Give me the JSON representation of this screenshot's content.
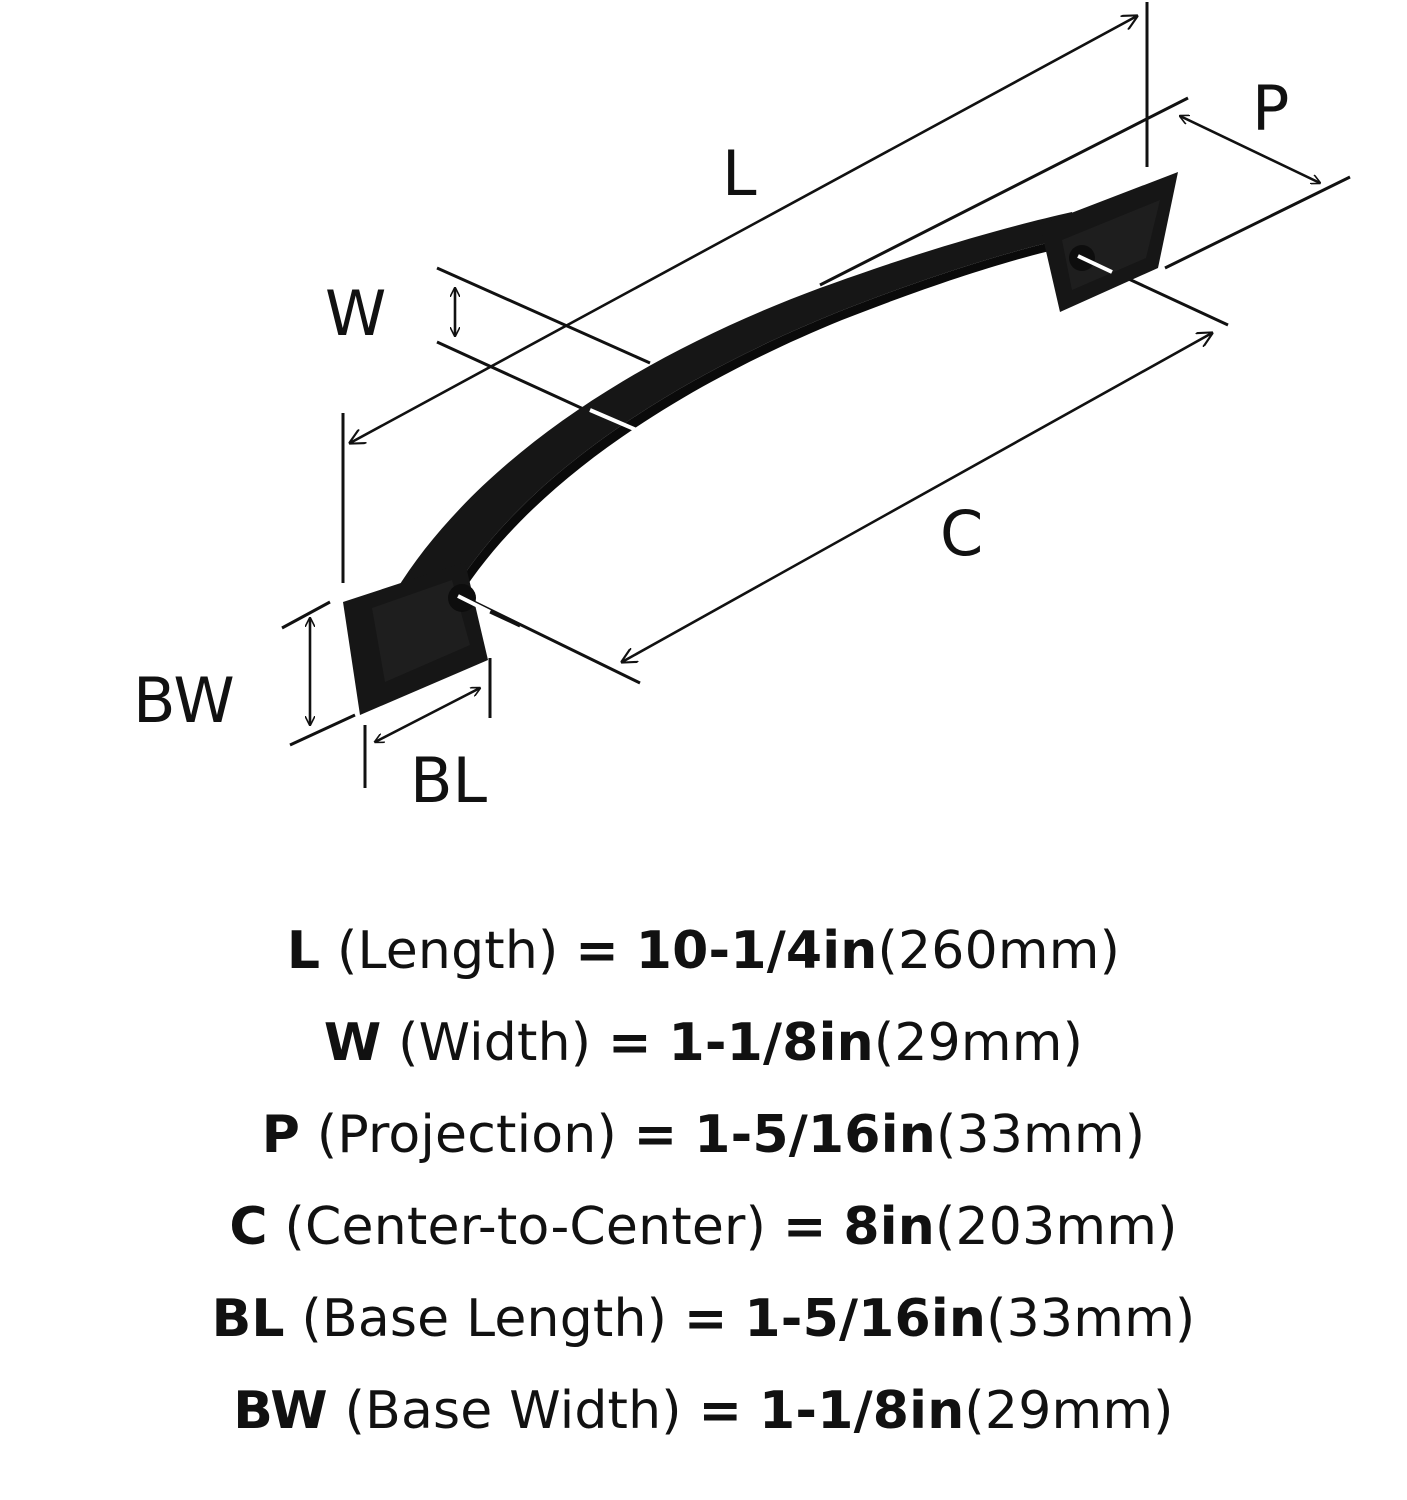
{
  "diagram": {
    "labels": {
      "L": "L",
      "W": "W",
      "P": "P",
      "C": "C",
      "BW": "BW",
      "BL": "BL"
    },
    "colors": {
      "ink": "#111111",
      "product": "#161616",
      "background": "#ffffff"
    }
  },
  "specs": [
    {
      "abbr": "L",
      "name": "(Length)",
      "eq": "=",
      "imperial": "10-1/4in",
      "metric": "(260mm)"
    },
    {
      "abbr": "W",
      "name": "(Width)",
      "eq": "=",
      "imperial": "1-1/8in",
      "metric": "(29mm)"
    },
    {
      "abbr": "P",
      "name": "(Projection)",
      "eq": "=",
      "imperial": "1-5/16in",
      "metric": "(33mm)"
    },
    {
      "abbr": "C",
      "name": "(Center-to-Center)",
      "eq": "=",
      "imperial": "8in",
      "metric": "(203mm)"
    },
    {
      "abbr": "BL",
      "name": "(Base Length)",
      "eq": "=",
      "imperial": "1-5/16in",
      "metric": "(33mm)"
    },
    {
      "abbr": "BW",
      "name": "(Base Width)",
      "eq": "=",
      "imperial": "1-1/8in",
      "metric": "(29mm)"
    }
  ]
}
